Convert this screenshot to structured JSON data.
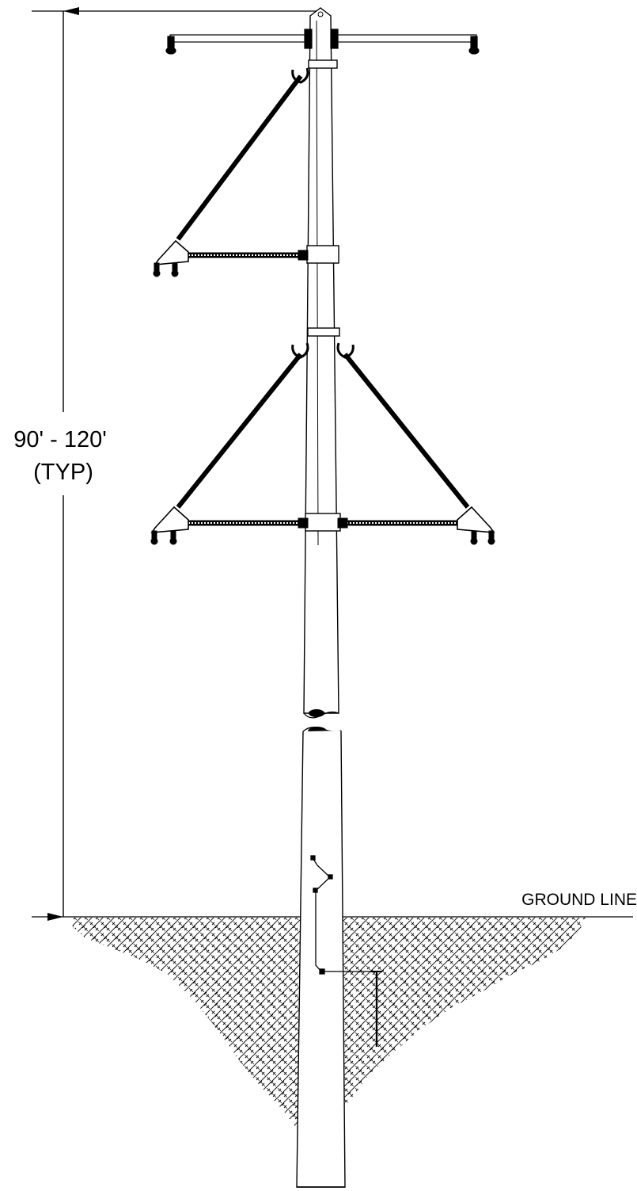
{
  "dimension": {
    "height_text": "90' - 120'",
    "qualifier_text": "(TYP)"
  },
  "ground": {
    "label": "GROUND LINE"
  },
  "colors": {
    "line": "#000000",
    "background": "#ffffff",
    "hatch": "#000000"
  }
}
